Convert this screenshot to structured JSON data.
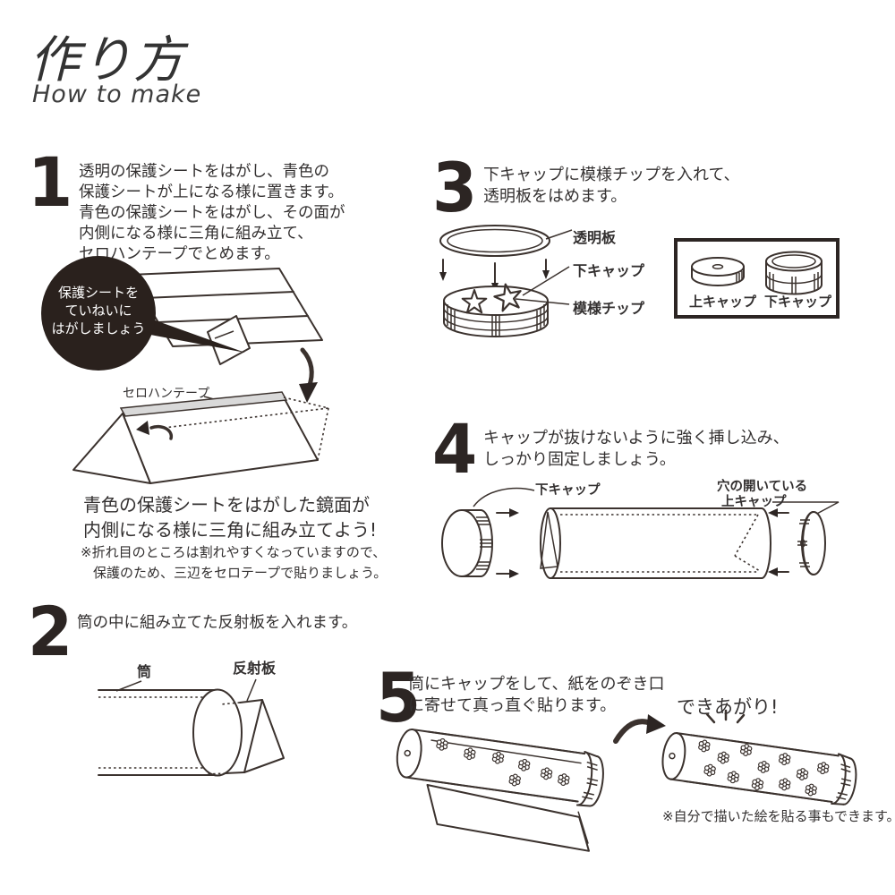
{
  "title": {
    "ja": "作り方",
    "en": "How to make"
  },
  "colors": {
    "ink": "#333030",
    "line": "#3b322e",
    "sheet_gray": "#dcdddd",
    "bubble_bg": "#2a211d"
  },
  "steps": {
    "s1": {
      "num": "1",
      "lines": [
        "透明の保護シートをはがし、青色の",
        "保護シートが上になる様に置きます。",
        "青色の保護シートをはがし、その面が",
        "内側になる様に三角に組み立て、",
        "セロハンテープでとめます。"
      ],
      "bubble": [
        "保護シートを",
        "ていねいに",
        "はがしましょう"
      ],
      "tape_label": "セロハンテープ",
      "caption": [
        "青色の保護シートをはがした鏡面が",
        "内側になる様に三角に組み立てよう!"
      ],
      "note": [
        "※折れ目のところは割れやすくなっていますので、",
        "保護のため、三辺をセロテープで貼りましょう。"
      ]
    },
    "s2": {
      "num": "2",
      "text": "筒の中に組み立てた反射板を入れます。",
      "label_tube": "筒",
      "label_reflector": "反射板"
    },
    "s3": {
      "num": "3",
      "lines": [
        "下キャップに模様チップを入れて、",
        "透明板をはめます。"
      ],
      "label_plate": "透明板",
      "label_cap": "下キャップ",
      "label_chip": "模様チップ",
      "box": {
        "top_cap": "上キャップ",
        "bottom_cap": "下キャップ"
      }
    },
    "s4": {
      "num": "4",
      "lines": [
        "キャップが抜けないように強く挿し込み、",
        "しっかり固定しましょう。"
      ],
      "label_bottom_cap": "下キャップ",
      "label_top_cap_1": "穴の開いている",
      "label_top_cap_2": "上キャップ"
    },
    "s5": {
      "num": "5",
      "lines": [
        "筒にキャップをして、紙をのぞき口",
        "に寄せて真っ直ぐ貼ります。"
      ],
      "done": "できあがり!",
      "note": "※自分で描いた絵を貼る事もできます。"
    }
  }
}
